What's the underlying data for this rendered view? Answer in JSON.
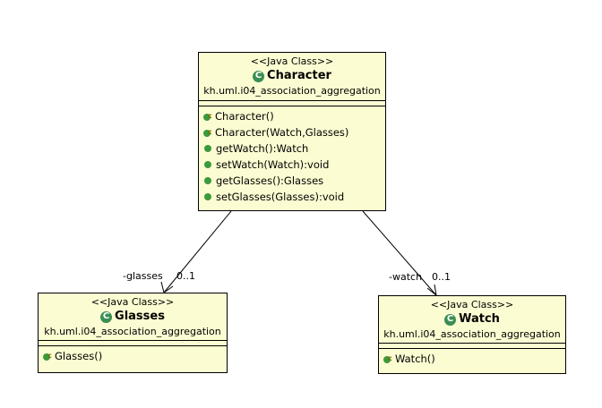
{
  "classes": {
    "character": {
      "stereotype": "<<Java Class>>",
      "name": "Character",
      "package": "kh.uml.i04_association_aggregation",
      "operations": [
        {
          "label": "Character()",
          "kind": "constructor"
        },
        {
          "label": "Character(Watch,Glasses)",
          "kind": "constructor"
        },
        {
          "label": "getWatch():Watch",
          "kind": "method"
        },
        {
          "label": "setWatch(Watch):void",
          "kind": "method"
        },
        {
          "label": "getGlasses():Glasses",
          "kind": "method"
        },
        {
          "label": "setGlasses(Glasses):void",
          "kind": "method"
        }
      ]
    },
    "glasses": {
      "stereotype": "<<Java Class>>",
      "name": "Glasses",
      "package": "kh.uml.i04_association_aggregation",
      "operations": [
        {
          "label": "Glasses()",
          "kind": "constructor"
        }
      ]
    },
    "watch": {
      "stereotype": "<<Java Class>>",
      "name": "Watch",
      "package": "kh.uml.i04_association_aggregation",
      "operations": [
        {
          "label": "Watch()",
          "kind": "constructor"
        }
      ]
    }
  },
  "associations": {
    "glasses": {
      "role": "-glasses",
      "multiplicity": "0..1"
    },
    "watch": {
      "role": "-watch",
      "multiplicity": "0..1"
    }
  },
  "icons": {
    "class_icon": "class-c-icon",
    "constructor_icon": "constructor-icon",
    "method_icon": "public-method-icon"
  },
  "colors": {
    "class_fill": "#fcfcd2",
    "class_icon": "#3b8f54",
    "method_dot": "#3b9a3b"
  }
}
